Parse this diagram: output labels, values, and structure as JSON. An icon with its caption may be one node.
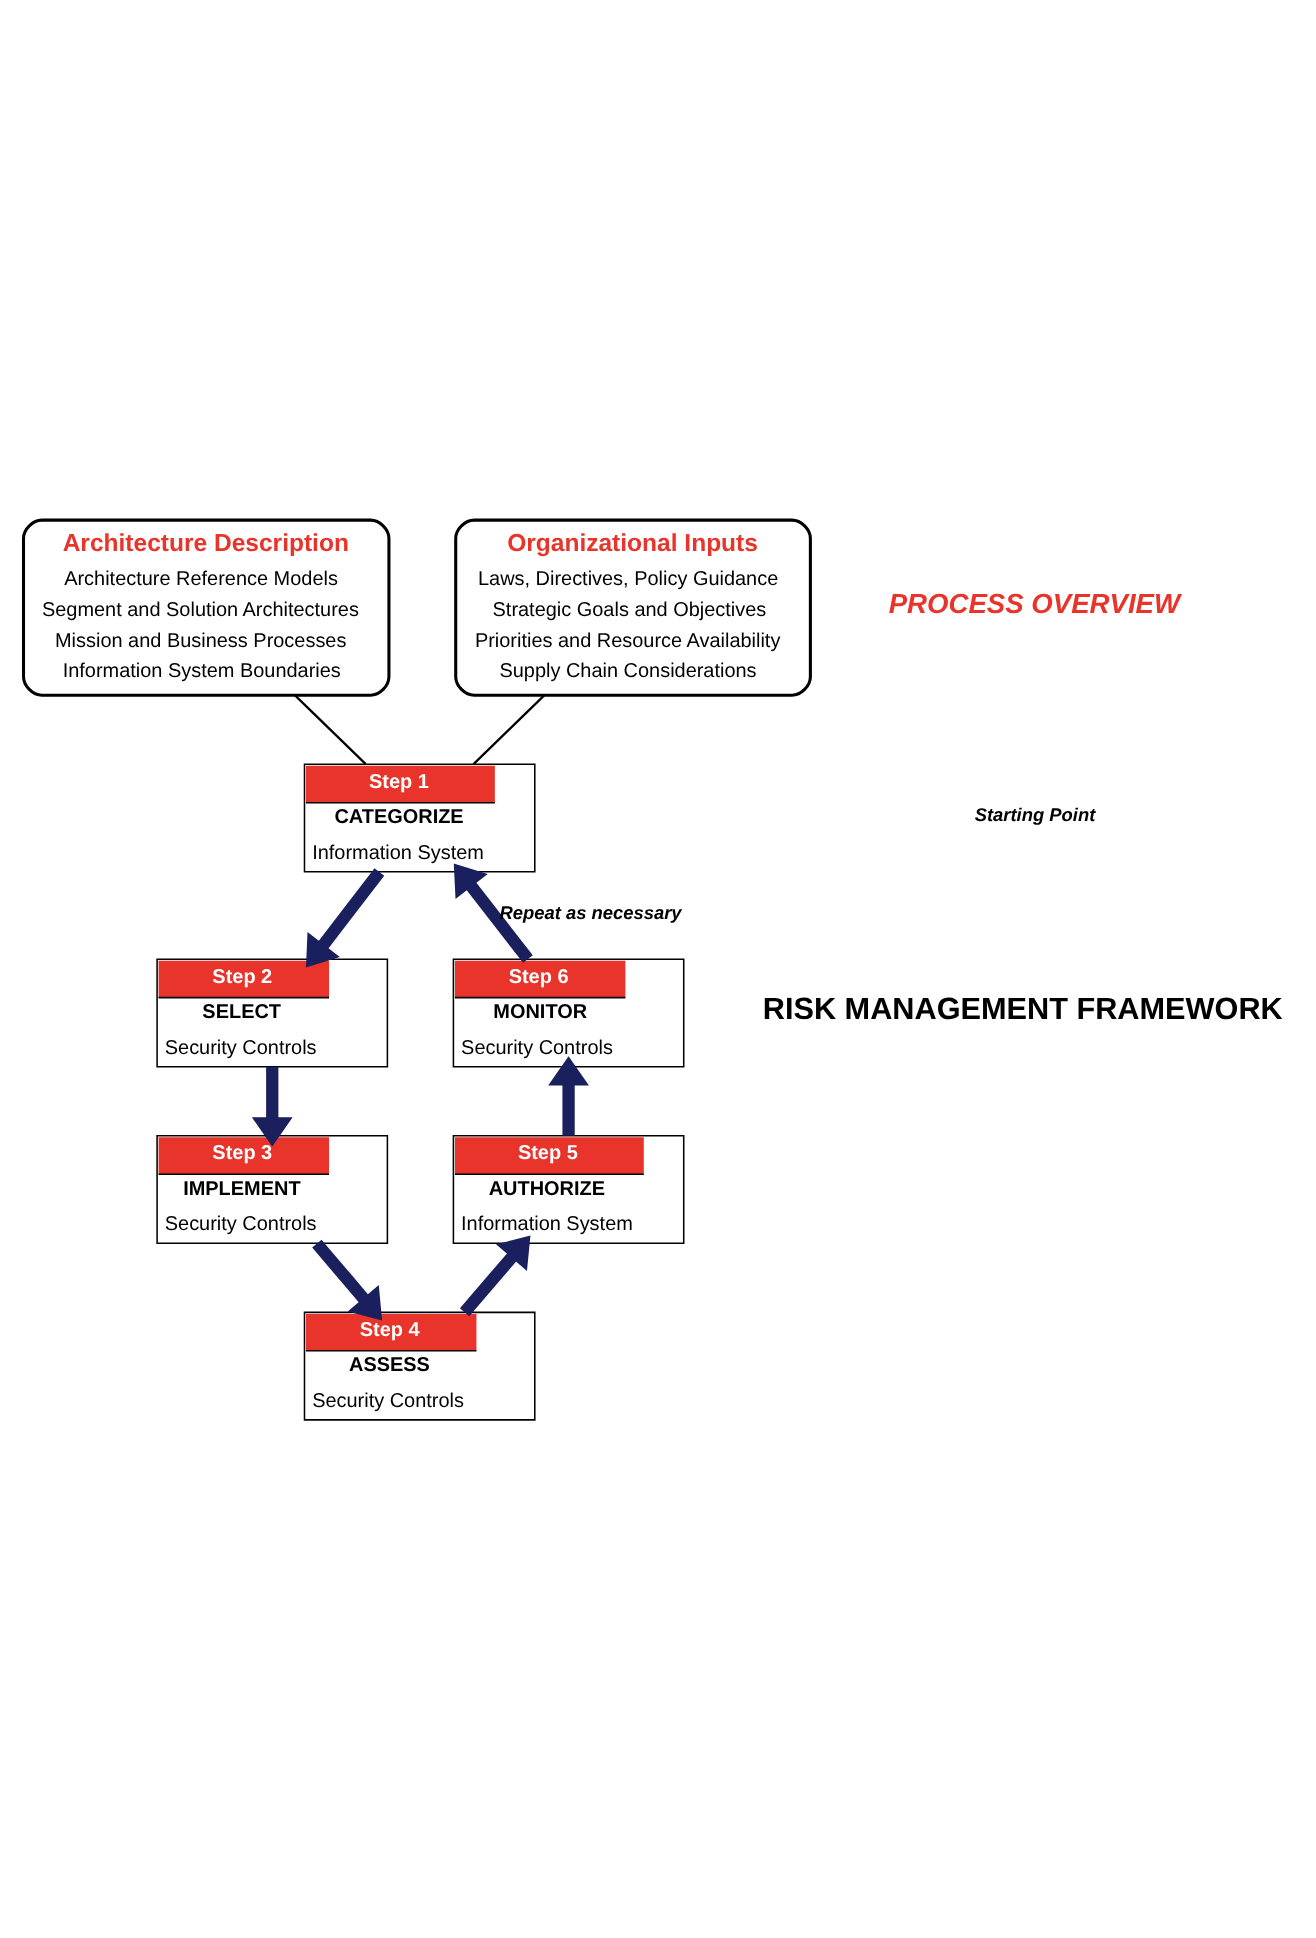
{
  "diagram": {
    "nodes": [
      {
        "text": [
          "Architecture Description",
          "Architecture Reference Models",
          "Segment and Solution Architectures",
          "Mission and Business Processes",
          "Information System Boundaries"
        ]
      },
      {
        "text": [
          "Organizational Inputs",
          "Laws, Directives, Policy Guidance",
          "Strategic Goals and Objectives",
          "Priorities and Resource Availability",
          "Supply Chain Considerations"
        ]
      },
      {
        "text": [
          "Step 1",
          "CATEGORIZE",
          "Information System"
        ]
      },
      {
        "text": [
          "Step 2",
          "SELECT",
          "Security Controls"
        ]
      },
      {
        "text": [
          "Step 3",
          "IMPLEMENT",
          "Security Controls"
        ]
      },
      {
        "text": [
          "Step 4",
          "ASSESS",
          "Security Controls"
        ]
      },
      {
        "text": [
          "Step 5",
          "AUTHORIZE",
          "Information System"
        ]
      },
      {
        "text": [
          "Step 6",
          "MONITOR",
          "Security Controls"
        ]
      }
    ],
    "edges": [
      {
        "from": 0,
        "to": 2,
        "arrow": "none",
        "color": "#000000"
      },
      {
        "from": 1,
        "to": 2,
        "arrow": "none",
        "color": "#000000"
      },
      {
        "from": 2,
        "to": 3,
        "arrow": "to"
      },
      {
        "from": 3,
        "to": 4,
        "arrow": "to"
      },
      {
        "from": 4,
        "to": 5,
        "arrow": "to"
      },
      {
        "from": 5,
        "to": 6,
        "arrow": "to"
      },
      {
        "from": 6,
        "to": 7,
        "arrow": "to"
      },
      {
        "from": 7,
        "to": 2,
        "arrow": "to",
        "label": "Repeat as necessary"
      }
    ],
    "labels": [
      "PROCESS OVERVIEW",
      "Starting Point",
      "RISK MANAGEMENT FRAMEWORK"
    ]
  }
}
